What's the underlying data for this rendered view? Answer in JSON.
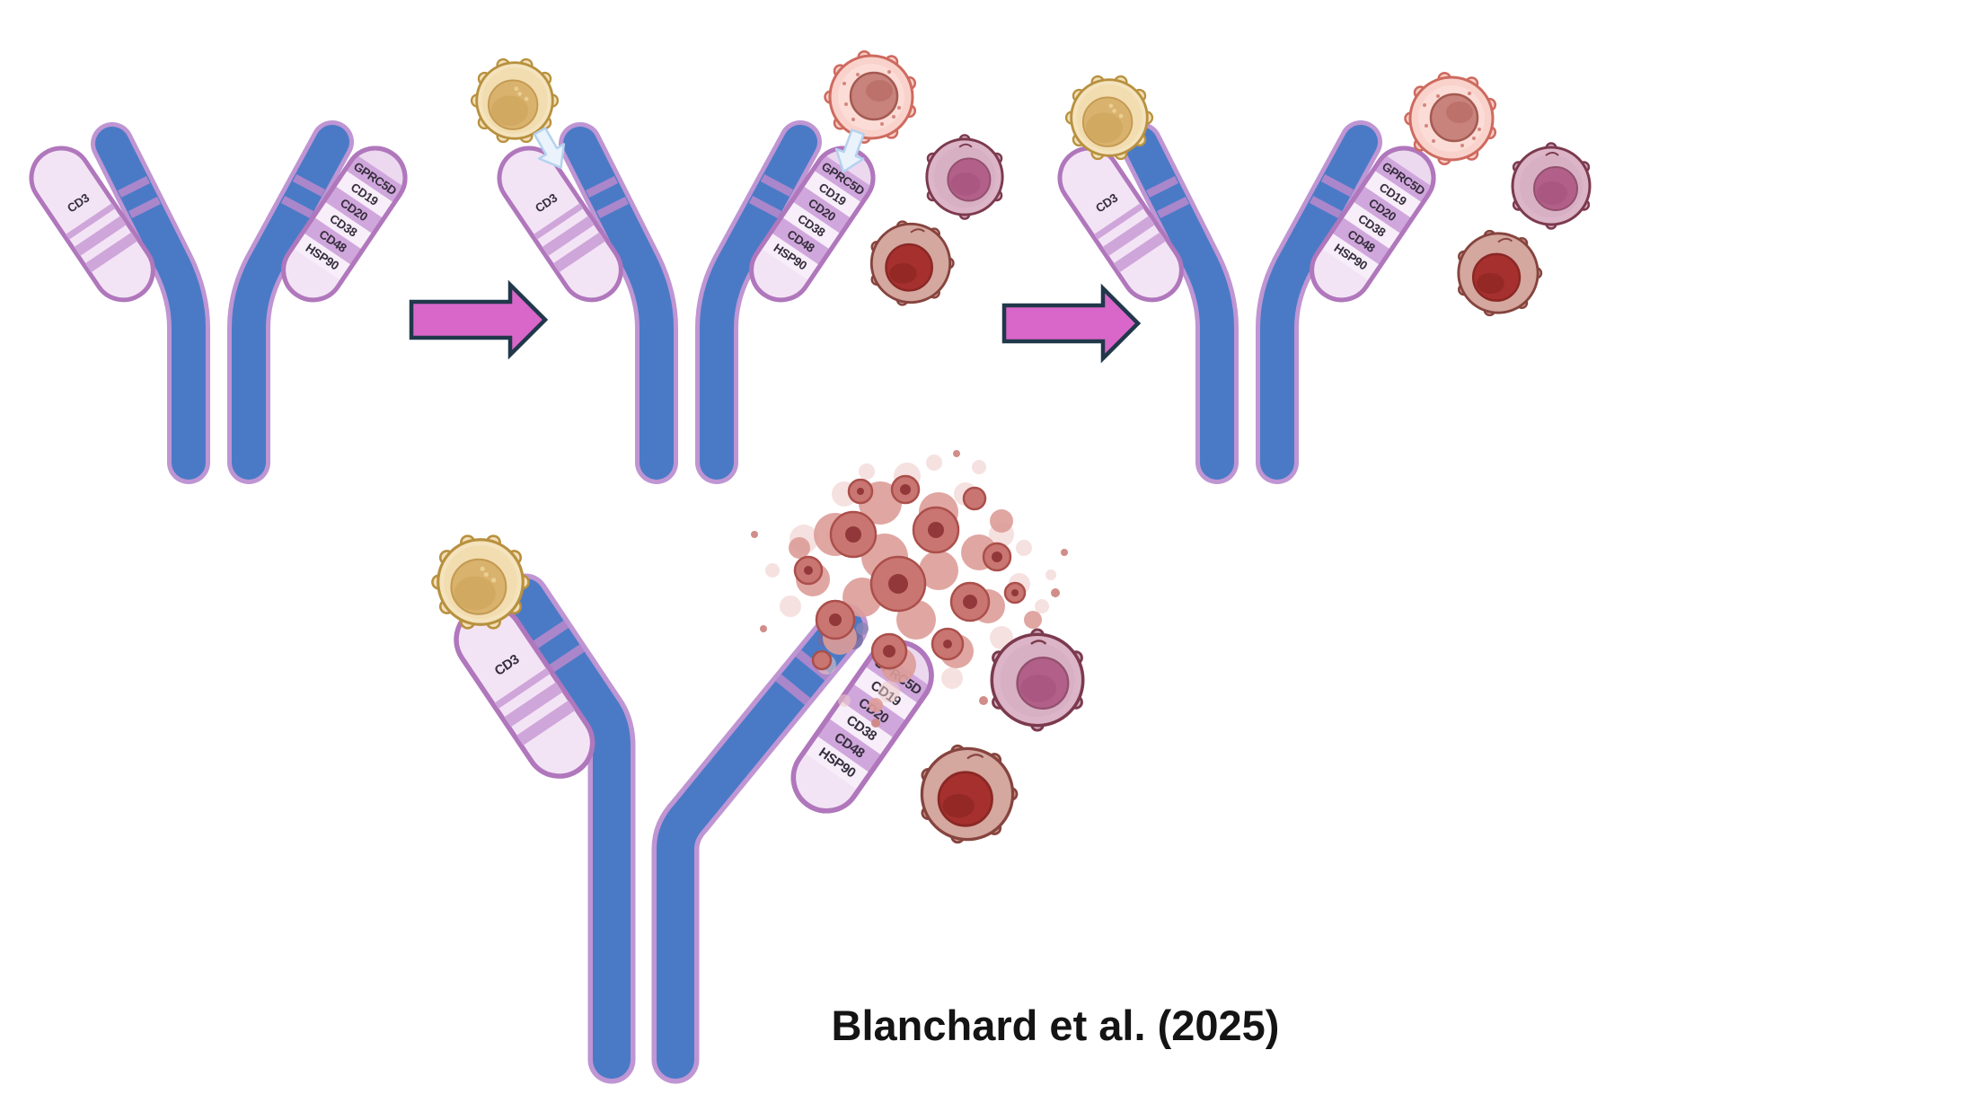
{
  "figure": {
    "citation": "Blanchard et al. (2025)",
    "background": "#ffffff"
  },
  "labels": {
    "cd3": "CD3",
    "antigens": [
      "GPRC5D",
      "CD19",
      "CD20",
      "CD38",
      "CD48",
      "HSP90"
    ]
  },
  "colors": {
    "antibody_blue": "#4a7ac6",
    "antibody_outline": "#bf95d3",
    "arm_stripe": "#aa86cb",
    "fab_fill": "#f3e4f5",
    "fab_outline": "#b077bc",
    "band_lavender": "#d0a7dc",
    "band_light": "#f7eef9",
    "step_arrow_fill": "#d966c9",
    "step_arrow_outline": "#20384a",
    "bind_arrow_fill": "#eaf3fc",
    "bind_arrow_outline": "#b5d2ee",
    "t_cell_body": "#f4e3bd",
    "t_cell_outline": "#b8913f",
    "t_cell_nucleus": "#d9b26d",
    "pink_cell_body": "#f9d2cb",
    "pink_cell_outline": "#ce6a5f",
    "mauve_cell_body": "#dcb6c8",
    "mauve_cell_outline": "#7c3a4e",
    "red_cell_body": "#d4a79f",
    "red_cell_nucleus": "#a5302d",
    "debris_main": "#c97672",
    "debris_dark": "#93383a",
    "remnant_purple": "#6f6ba2",
    "label_text": "#352e3c",
    "caption_text": "#141414"
  },
  "icons": {
    "t_cell": "yellow-lymphocyte-cell",
    "tumor_cell_pink": "pink-tumor-cell",
    "tumor_cell_mauve": "mauve-tumor-cell",
    "tumor_cell_red": "red-tumor-cell",
    "lysed_cell": "cell-lysis-debris-burst",
    "step_arrow": "right-arrow",
    "binding_arrow": "down-binding-arrow"
  }
}
